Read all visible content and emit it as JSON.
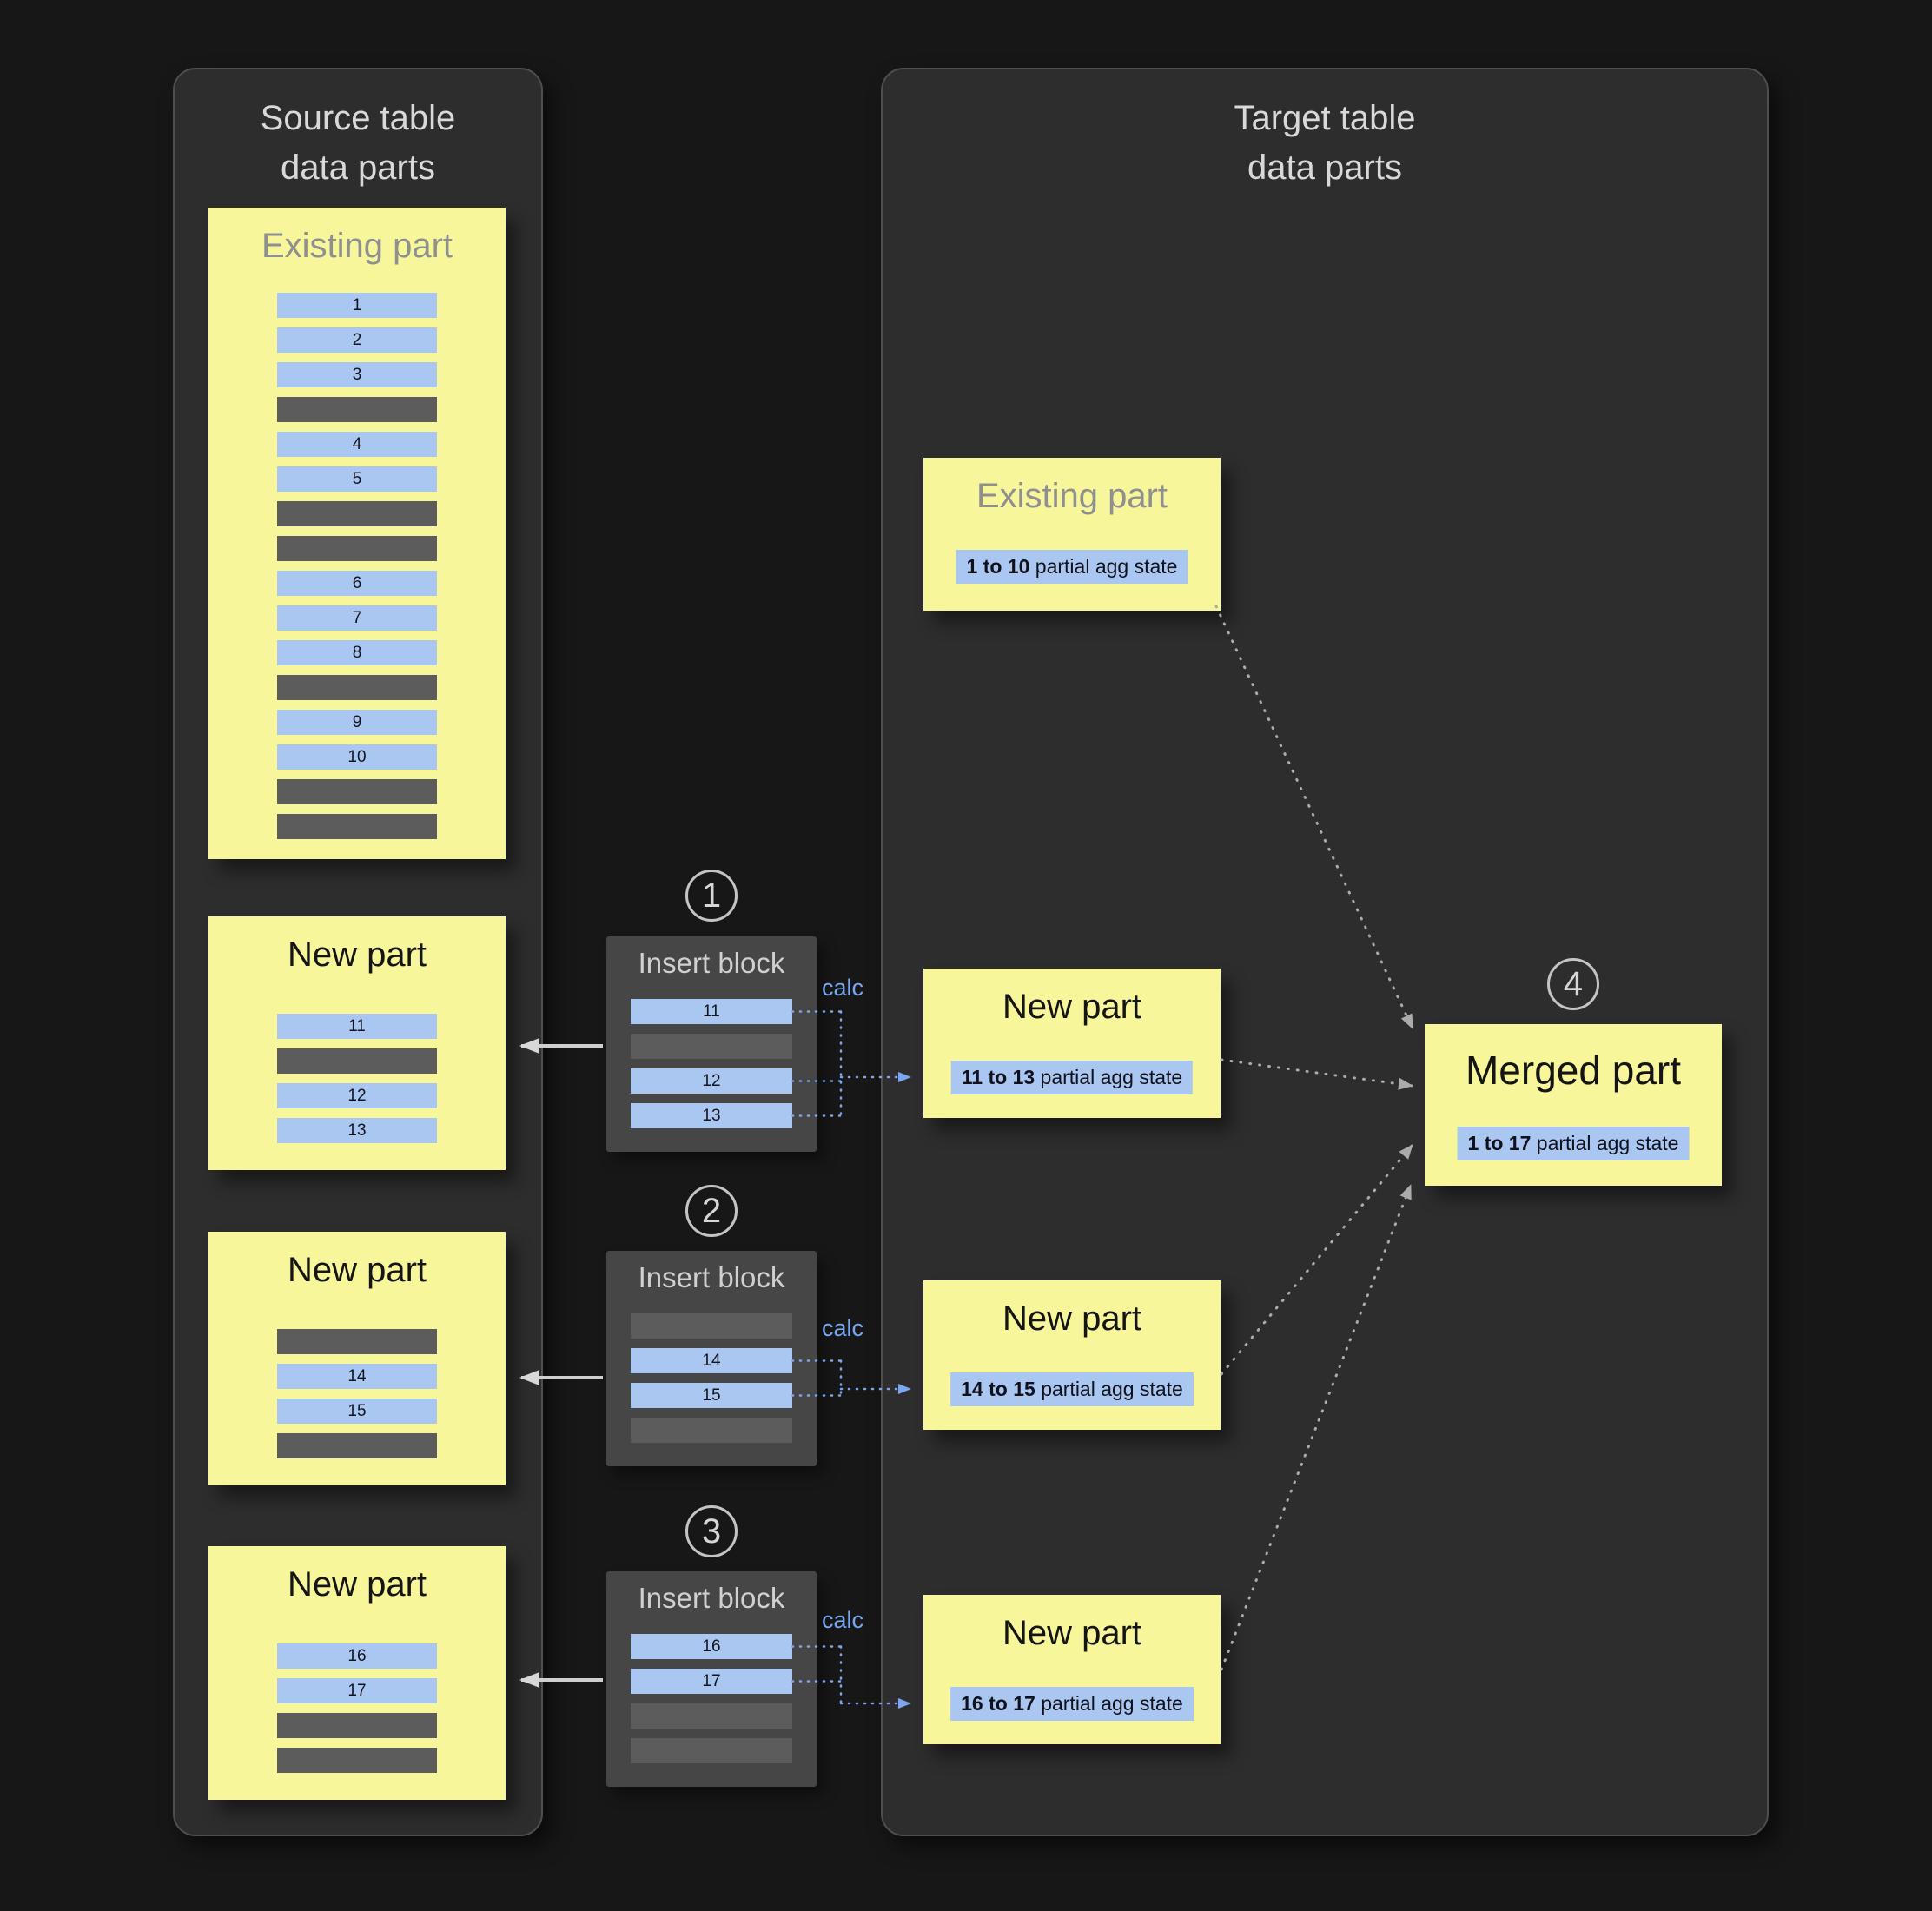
{
  "colors": {
    "background": "#171717",
    "panel_bg": "#2d2d2d",
    "part_yellow": "#f7f69b",
    "row_blue": "#a9c7f1",
    "row_gray": "#5c5c5c",
    "insert_block_bg": "#464646",
    "calc_blue": "#7aa7f0",
    "dotted_arrow_gray": "#ababab"
  },
  "source_panel": {
    "title_line1": "Source table",
    "title_line2": "data parts",
    "existing_part": {
      "title": "Existing part",
      "rows": [
        {
          "type": "blue",
          "label": "1"
        },
        {
          "type": "blue",
          "label": "2"
        },
        {
          "type": "blue",
          "label": "3"
        },
        {
          "type": "gray"
        },
        {
          "type": "blue",
          "label": "4"
        },
        {
          "type": "blue",
          "label": "5"
        },
        {
          "type": "gray"
        },
        {
          "type": "gray"
        },
        {
          "type": "blue",
          "label": "6"
        },
        {
          "type": "blue",
          "label": "7"
        },
        {
          "type": "blue",
          "label": "8"
        },
        {
          "type": "gray"
        },
        {
          "type": "blue",
          "label": "9"
        },
        {
          "type": "blue",
          "label": "10"
        },
        {
          "type": "gray"
        },
        {
          "type": "gray"
        }
      ]
    },
    "new_parts": [
      {
        "title": "New part",
        "rows": [
          {
            "type": "blue",
            "label": "11"
          },
          {
            "type": "gray"
          },
          {
            "type": "blue",
            "label": "12"
          },
          {
            "type": "blue",
            "label": "13"
          }
        ]
      },
      {
        "title": "New part",
        "rows": [
          {
            "type": "gray"
          },
          {
            "type": "blue",
            "label": "14"
          },
          {
            "type": "blue",
            "label": "15"
          },
          {
            "type": "gray"
          }
        ]
      },
      {
        "title": "New part",
        "rows": [
          {
            "type": "blue",
            "label": "16"
          },
          {
            "type": "blue",
            "label": "17"
          },
          {
            "type": "gray"
          },
          {
            "type": "gray"
          }
        ]
      }
    ]
  },
  "insert_blocks": [
    {
      "step": "1",
      "title": "Insert block",
      "calc": "calc",
      "rows": [
        {
          "type": "blue",
          "label": "11"
        },
        {
          "type": "gray"
        },
        {
          "type": "blue",
          "label": "12"
        },
        {
          "type": "blue",
          "label": "13"
        }
      ]
    },
    {
      "step": "2",
      "title": "Insert block",
      "calc": "calc",
      "rows": [
        {
          "type": "gray"
        },
        {
          "type": "blue",
          "label": "14"
        },
        {
          "type": "blue",
          "label": "15"
        },
        {
          "type": "gray"
        }
      ]
    },
    {
      "step": "3",
      "title": "Insert block",
      "calc": "calc",
      "rows": [
        {
          "type": "blue",
          "label": "16"
        },
        {
          "type": "blue",
          "label": "17"
        },
        {
          "type": "gray"
        },
        {
          "type": "gray"
        }
      ]
    }
  ],
  "target_panel": {
    "title_line1": "Target table",
    "title_line2": "data parts",
    "existing_part": {
      "title": "Existing part",
      "range": "1 to 10",
      "state_text": "partial agg state"
    },
    "new_parts": [
      {
        "title": "New part",
        "range": "11 to 13",
        "state_text": "partial agg state"
      },
      {
        "title": "New part",
        "range": "14 to 15",
        "state_text": "partial agg state"
      },
      {
        "title": "New part",
        "range": "16 to 17",
        "state_text": "partial agg state"
      }
    ],
    "merged_part": {
      "step": "4",
      "title": "Merged part",
      "range": "1 to 17",
      "state_text": "partial agg state"
    }
  }
}
